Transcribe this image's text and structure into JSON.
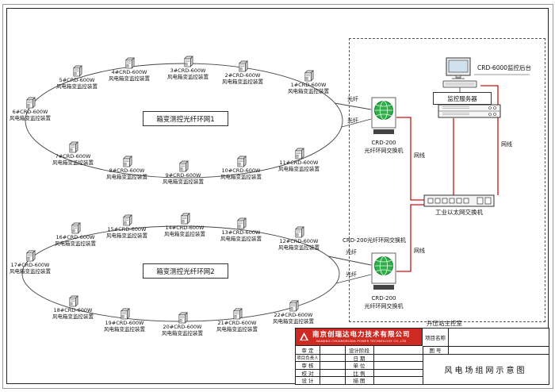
{
  "diagram": {
    "rings": [
      {
        "label": "箱变测控光纤环网1",
        "nodes": [
          {
            "line1": "6#CRD-600W",
            "line2": "风电箱变监控装置"
          },
          {
            "line1": "5#CRD-600W",
            "line2": "风电箱变监控装置"
          },
          {
            "line1": "4#CRD-600W",
            "line2": "风电箱变监控装置"
          },
          {
            "line1": "3#CRD-600W",
            "line2": "风电箱变监控装置"
          },
          {
            "line1": "2#CRD-600W",
            "line2": "风电箱变监控装置"
          },
          {
            "line1": "1#CRD-600W",
            "line2": "风电箱变监控装置"
          },
          {
            "line1": "7#CRD-600W",
            "line2": "风电箱变监控装置"
          },
          {
            "line1": "8#CRD-600W",
            "line2": "风电箱变监控装置"
          },
          {
            "line1": "9#CRD-600W",
            "line2": "风电箱变监控装置"
          },
          {
            "line1": "10#CRD-600W",
            "line2": "风电箱变监控装置"
          },
          {
            "line1": "11#CRD-600W",
            "line2": "风电箱变监控装置"
          }
        ]
      },
      {
        "label": "箱变测控光纤环网2",
        "nodes": [
          {
            "line1": "17#CRD-600W",
            "line2": "风电箱变监控装置"
          },
          {
            "line1": "16#CRD-600W",
            "line2": "风电箱变监控装置"
          },
          {
            "line1": "15#CRD-600W",
            "line2": "风电箱变监控装置"
          },
          {
            "line1": "14#CRD-600W",
            "line2": "风电箱变监控装置"
          },
          {
            "line1": "13#CRD-600W",
            "line2": "风电箱变监控装置"
          },
          {
            "line1": "12#CRD-600W",
            "line2": "风电箱变监控装置"
          },
          {
            "line1": "18#CRD-600W",
            "line2": "风电箱变监控装置"
          },
          {
            "line1": "19#CRD-600W",
            "line2": "风电箱变监控装置"
          },
          {
            "line1": "20#CRD-600W",
            "line2": "风电箱变监控装置"
          },
          {
            "line1": "21#CRD-600W",
            "line2": "风电箱变监控装置"
          },
          {
            "line1": "22#CRD-600W",
            "line2": "风电箱变监控装置"
          }
        ]
      }
    ],
    "labels": {
      "fiber": "光纤",
      "cable": "网线",
      "room": "升压站主控室"
    },
    "devices": {
      "switch_top": {
        "name": "CRD-200",
        "type": "光纤环网交换机"
      },
      "switch_bottom": {
        "name": "CRD-200",
        "type": "光纤环网交换机",
        "title": "CRD-200光纤环网交换机"
      },
      "ethernet_switch": "工业以太网交换机",
      "server": "监控服务器",
      "workstation": "CRD-6000监控后台"
    }
  },
  "title_block": {
    "company": "南京创瑞达电力技术有限公司",
    "company_en": "NANJING CHUANGRUIDA POWER TECHNOLOGY CO.,LTD",
    "project_name_label": "项目名称",
    "drawing_no_label": "图 号",
    "approve_label": "审 定",
    "stage_label": "设计阶段",
    "leader_label": "项目负责人",
    "date_label": "日 期",
    "review_label": "审 核",
    "unit_label": "单 位",
    "check_label": "校 对",
    "scale_label": "比 例",
    "design_label": "设 计",
    "trace_label": "描 图",
    "drawing_title": "风电场组网示意图"
  }
}
